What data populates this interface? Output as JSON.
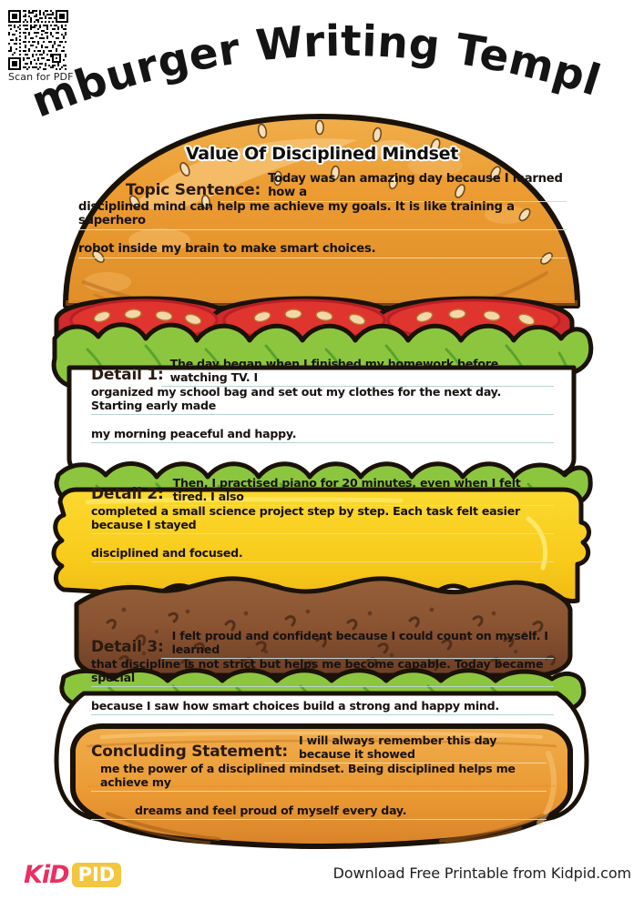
{
  "page": {
    "title": "Hamburger Writing Template",
    "qr_caption": "Scan for PDF",
    "banner_title": "Value Of Disciplined Mindset"
  },
  "sections": {
    "topic": {
      "label": "Topic Sentence:",
      "lines": [
        "Today was an amazing day because I learned how a",
        "disciplined mind can help me achieve my goals. It is like training a superhero",
        "robot inside my brain to make smart choices."
      ]
    },
    "detail1": {
      "label": "Detail 1:",
      "lines": [
        "The day began when I finished my homework before watching TV. I",
        "organized my school bag and set out my clothes for the next day. Starting early made",
        "my morning peaceful and happy."
      ]
    },
    "detail2": {
      "label": "Detail 2:",
      "lines": [
        "Then, I practised piano for 20 minutes, even when I felt tired. I also",
        "completed a small science project step by step. Each task felt easier because I stayed",
        "disciplined and focused."
      ]
    },
    "detail3": {
      "label": "Detail 3:",
      "lines": [
        "I felt proud and confident because I could count on myself. I learned",
        "that discipline is not strict but helps me become capable. Today became special",
        "because I saw how smart choices build a strong and happy mind."
      ]
    },
    "conclusion": {
      "label": "Concluding Statement:",
      "lines": [
        "I will always remember this day because it showed",
        "me the power of a disciplined mindset. Being disciplined helps me achieve my",
        "dreams and feel proud of myself every day."
      ]
    }
  },
  "footer": {
    "logo_kid": "KiD",
    "logo_pid": "PID",
    "note": "Download Free Printable from Kidpid.com"
  },
  "colors": {
    "bun": "#eb9a32",
    "bun_light": "#f2b455",
    "bun_shadow": "#d4822a",
    "lettuce": "#8cc63f",
    "lettuce_dark": "#4e9a2a",
    "tomato": "#e0342f",
    "tomato_dark": "#b81f25",
    "cheese": "#f8cf21",
    "cheese_dark": "#e0a81c",
    "patty": "#8a5332",
    "patty_dark": "#5d3520",
    "outline": "#1a1208",
    "rule": "#b9d3d0",
    "accent_pink": "#ea2f63",
    "accent_gold": "#f2c73f"
  }
}
